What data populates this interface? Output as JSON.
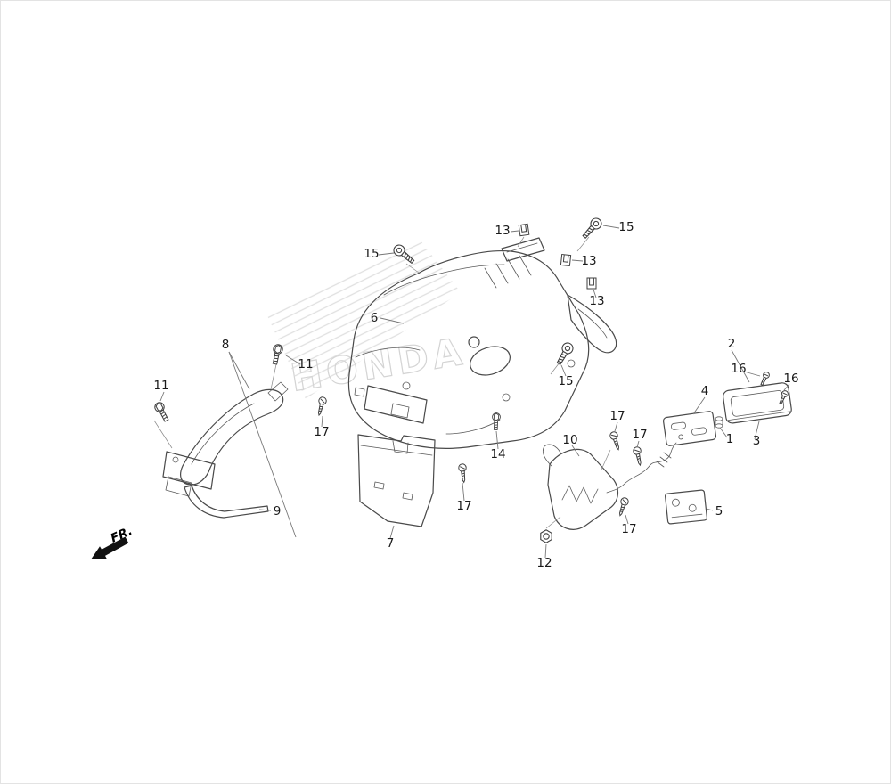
{
  "diagram": {
    "watermark": "HONDA",
    "direction_label": "FR.",
    "callouts": [
      {
        "label": "15"
      },
      {
        "label": "13"
      },
      {
        "label": "15"
      },
      {
        "label": "13"
      },
      {
        "label": "13"
      },
      {
        "label": "6"
      },
      {
        "label": "8"
      },
      {
        "label": "11"
      },
      {
        "label": "2"
      },
      {
        "label": "16"
      },
      {
        "label": "16"
      },
      {
        "label": "11"
      },
      {
        "label": "15"
      },
      {
        "label": "4"
      },
      {
        "label": "17"
      },
      {
        "label": "17"
      },
      {
        "label": "1"
      },
      {
        "label": "3"
      },
      {
        "label": "17"
      },
      {
        "label": "10"
      },
      {
        "label": "14"
      },
      {
        "label": "9"
      },
      {
        "label": "17"
      },
      {
        "label": "7"
      },
      {
        "label": "5"
      },
      {
        "label": "17"
      },
      {
        "label": "12"
      }
    ]
  }
}
